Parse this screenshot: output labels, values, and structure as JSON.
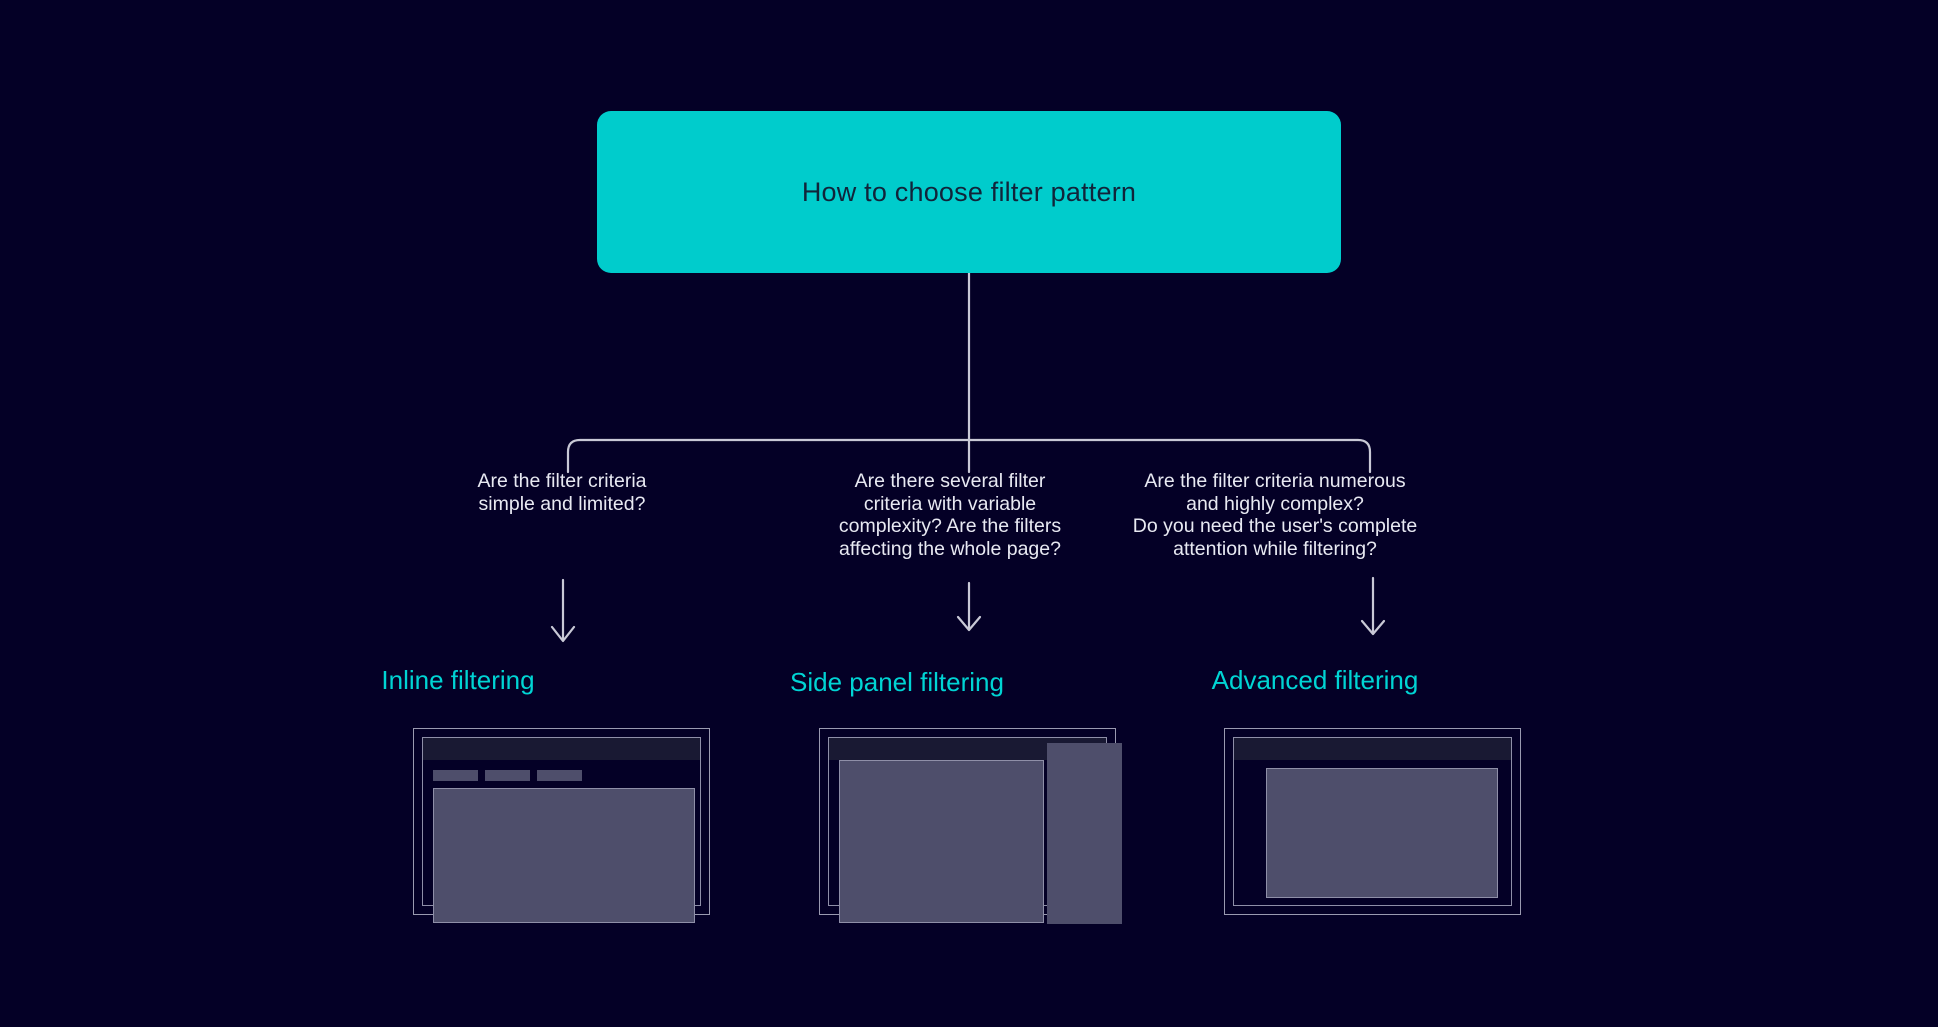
{
  "diagram": {
    "title": "How to choose filter pattern",
    "type": "decision-tree",
    "background_color": "#040026",
    "accent_color": "#00CCCC",
    "root": {
      "label": "How to choose filter pattern"
    },
    "branches": [
      {
        "id": "inline",
        "question": "Are the filter criteria\nsimple and limited?",
        "outcome": "Inline filtering",
        "thumbnail": {
          "kind": "inline-filter-mockup",
          "elements": [
            "header-bar",
            "filter-chip",
            "filter-chip",
            "filter-chip",
            "content-area"
          ]
        }
      },
      {
        "id": "sidepanel",
        "question": "Are there several filter\ncriteria with variable\ncomplexity? Are the filters\naffecting the whole page?",
        "outcome": "Side panel filtering",
        "thumbnail": {
          "kind": "side-panel-mockup",
          "elements": [
            "header-bar",
            "main-content-area",
            "right-side-panel"
          ]
        }
      },
      {
        "id": "advanced",
        "question": "Are the filter criteria numerous\nand highly complex?\nDo you need the user's complete\nattention while filtering?",
        "outcome": "Advanced filtering",
        "thumbnail": {
          "kind": "modal-dialog-mockup",
          "elements": [
            "header-bar",
            "centered-modal-dialog"
          ]
        }
      }
    ]
  }
}
